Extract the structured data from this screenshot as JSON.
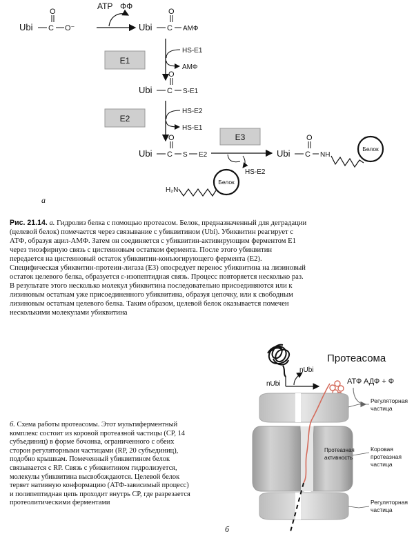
{
  "scheme_a": {
    "row1_ubi": "Ubi",
    "row1_c": "C",
    "row1_o_top": "O",
    "row1_o_minus": "O⁻",
    "atp": "АТР",
    "ppi": "ФФ",
    "row1b_ubi": "Ubi",
    "row1b_c": "C",
    "row1b_o": "O",
    "amp_group": "АМФ",
    "e1_box": "E1",
    "hs_e1_in": "HS-E1",
    "amp_out": "АМФ",
    "row2_ubi": "Ubi",
    "row2_c": "C",
    "row2_o": "O",
    "row2_se1": "S-E1",
    "e2_box": "E2",
    "hs_e2_in": "HS-E2",
    "hs_e1_out": "HS-E1",
    "e3_box": "E3",
    "row3_ubi": "Ubi",
    "row3_c": "C",
    "row3_o": "O",
    "row3_s": "S",
    "row3_e2": "E2",
    "hs_e2_out": "HS-E2",
    "protein_label": "Белок",
    "h2n": "H₂N",
    "product_ubi": "Ubi",
    "product_c": "C",
    "product_o": "O",
    "product_nh": "NH",
    "product_protein": "Белок",
    "panel_label": "a"
  },
  "caption_a": {
    "fig_ref": "Рис. 21.14.",
    "part": "а.",
    "text": "Гидролиз белка с помощью протеасом. Белок, предназначенный для деградации (целевой белок) помечается через связывание с убиквитином (Ubi). Убиквитин реагирует с АТФ, образуя ацил-АМФ. Затем он соединяется с убиквитин-активирующим ферментом E1 через тиоэфирную связь с цистеиновым остатком фермента. После этого убиквитин передается на цистеиновый остаток убиквитин-конъюгирующего фермента (E2). Специфическая убиквитин-протеин-лигаза (E3) опосредует перенос убиквитина на лизиновый остаток целевого белка, образуется ε-изопептидная связь. Процесс повторяется несколько раз. В результате этого несколько молекул убиквитина последовательно присоединяются или к лизиновым остаткам уже присоединенного убиквитина, образуя цепочку, или к свободным лизиновым остаткам целевого белка. Таким образом, целевой белок оказывается помечен несколькими молекулами убиквитина"
  },
  "scheme_b": {
    "title": "Протеасома",
    "nubi_top": "nUbi",
    "nubi_bottom": "nUbi",
    "atp": "АТФ",
    "adp": "АДФ + Ф",
    "reg_top": "Регуляторная частица",
    "core": "Коровая протеазная частица",
    "activity": "Протеазная активность",
    "reg_bottom": "Регуляторная частица",
    "panel_label": "б"
  },
  "caption_b": {
    "part": "б.",
    "text": "Схема работы протеасомы. Этот мультиферментный комплекс состоит из коровой протеазной частицы (CP, 14 субъединиц) в форме бочонка, ограниченного с обеих сторон регуляторными частицами (RP, 20 субъединиц), подобно крышкам. Помеченный убиквитином белок связывается с RP. Связь с убиквитином гидролизуется, молекулы убиквитина высвобождаются. Целевой белок теряет нативную конформацию (АТФ-зависимый процесс) и полипептидная цепь проходит внутрь CP, где разрезается протеолитическими ферментами"
  }
}
